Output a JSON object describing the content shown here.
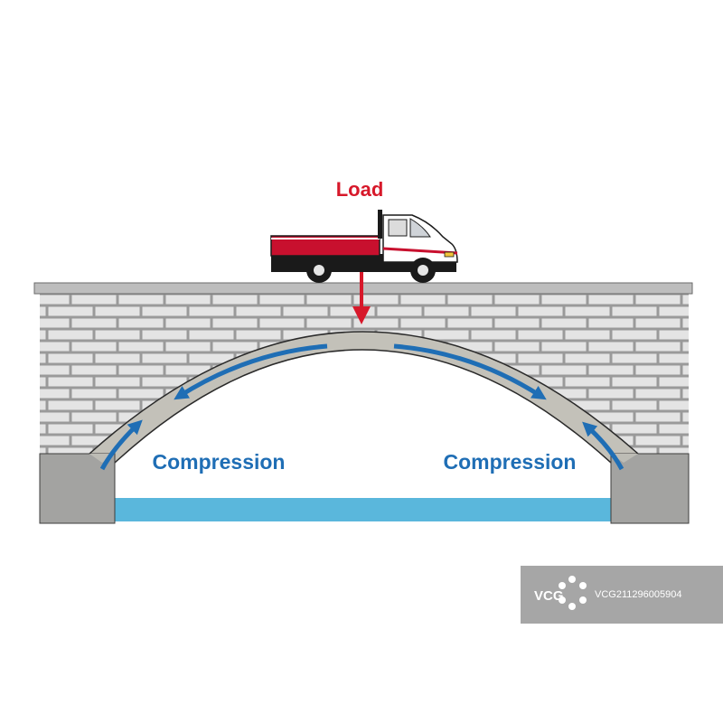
{
  "labels": {
    "load": "Load",
    "compression_left": "Compression",
    "compression_right": "Compression"
  },
  "watermark": {
    "brand": "VCG",
    "id": "VCG211296005904"
  },
  "colors": {
    "load": "#d7182a",
    "compression": "#1f6eb5",
    "arch": "#c3c1b9",
    "brick_fill": "#e4e4e4",
    "brick_mortar": "#9a9a9a",
    "pier": "#a3a3a1",
    "water": "#5ab7dc",
    "deck": "#bdbdbd",
    "truck_bed": "#c8102e",
    "watermark_bg": "#a6a6a6"
  }
}
